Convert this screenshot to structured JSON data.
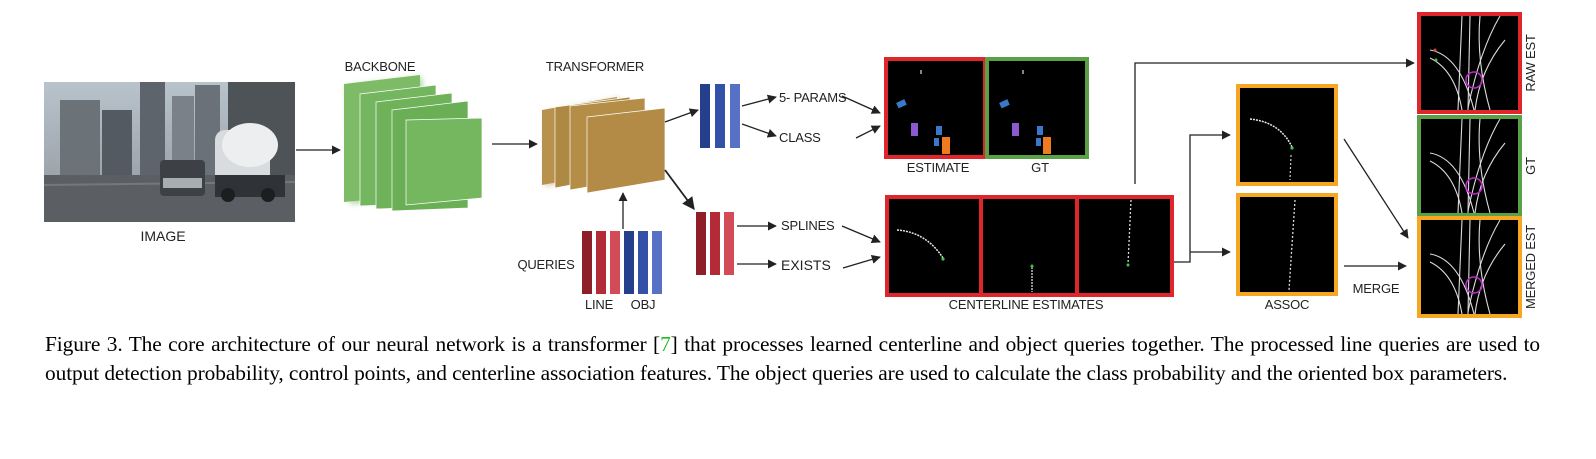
{
  "labels": {
    "image": "IMAGE",
    "backbone": "BACKBONE",
    "transformer": "TRANSFORMER",
    "queries": "QUERIES",
    "line": "LINE",
    "obj": "OBJ",
    "params": "5- PARAMS",
    "class": "CLASS",
    "splines": "SPLINES",
    "exists": "EXISTS",
    "estimate": "ESTIMATE",
    "gt": "GT",
    "centerline_estimates": "CENTERLINE ESTIMATES",
    "assoc": "ASSOC",
    "merge": "MERGE",
    "raw_est": "RAW EST",
    "gt_side": "GT",
    "merged_est": "MERGED EST"
  },
  "caption": {
    "prefix": "Figure 3. The core architecture of our neural network is a transformer [",
    "citation": "7",
    "suffix": "] that processes learned centerline and object queries together. The processed line queries are used to output detection probability, control points, and centerline association features. The object queries are used to calculate the class probability and the oriented box parameters."
  },
  "colors": {
    "red_frame": "#e0262d",
    "green_frame": "#5aa146",
    "orange_frame": "#f5a623",
    "backbone_green": "#6fb25a",
    "transformer_tan": "#b48d47",
    "line_query_red": "#a8232f",
    "obj_query_blue": "#2c4aa0",
    "citation_green": "#1fbf1f"
  }
}
